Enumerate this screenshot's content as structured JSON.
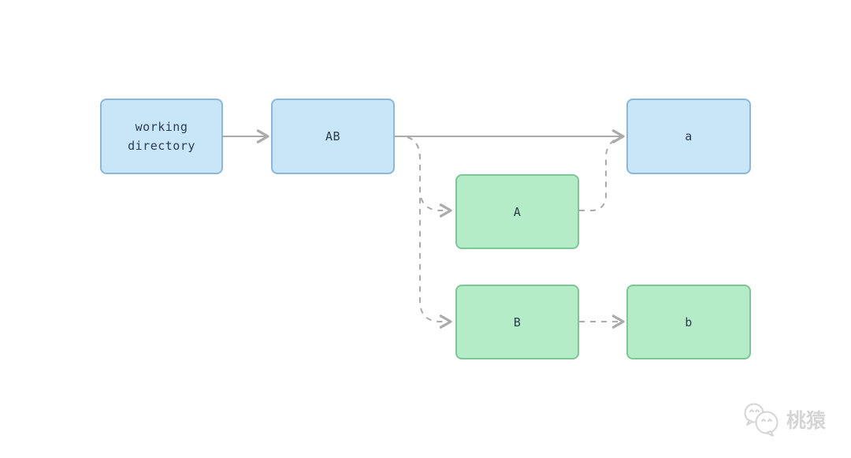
{
  "diagram": {
    "nodes": [
      {
        "id": "working-directory",
        "label": "working directory",
        "type": "blue"
      },
      {
        "id": "AB",
        "label": "AB",
        "type": "blue"
      },
      {
        "id": "a",
        "label": "a",
        "type": "blue"
      },
      {
        "id": "A",
        "label": "A",
        "type": "green"
      },
      {
        "id": "B",
        "label": "B",
        "type": "green"
      },
      {
        "id": "b",
        "label": "b",
        "type": "green"
      }
    ],
    "edges": [
      {
        "from": "working directory",
        "to": "AB",
        "style": "solid"
      },
      {
        "from": "AB",
        "to": "a",
        "style": "solid"
      },
      {
        "from": "AB",
        "to": "A",
        "style": "dashed"
      },
      {
        "from": "AB",
        "to": "B",
        "style": "dashed"
      },
      {
        "from": "A",
        "to": "a",
        "style": "dashed"
      },
      {
        "from": "B",
        "to": "b",
        "style": "dashed"
      }
    ],
    "colors": {
      "blue_fill": "#c9e5f8",
      "blue_border": "#8ab7da",
      "green_fill": "#b3ecc6",
      "green_border": "#7dc795",
      "arrow": "#ababab",
      "text": "#2b3d4f",
      "watermark": "#d5d5d5",
      "background": "#ffffff"
    }
  },
  "watermark": {
    "label": "桃猿",
    "icon": "wechat-logo-icon"
  }
}
